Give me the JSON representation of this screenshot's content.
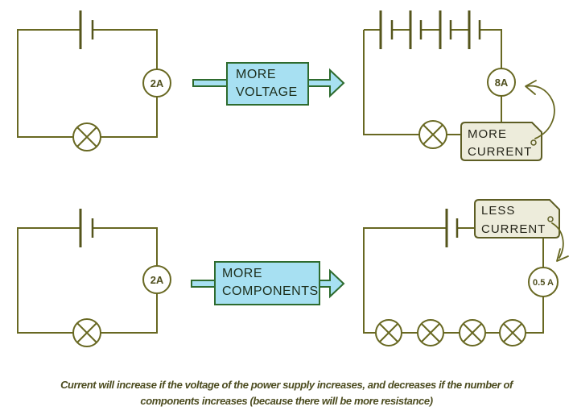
{
  "diagram": {
    "rows": [
      {
        "name": "more-voltage-row",
        "before_meter": "2A",
        "before_cells": 1,
        "before_lamps": 1,
        "arrow_label": [
          "MORE",
          "VOLTAGE"
        ],
        "after_meter": "8A",
        "after_cells": 4,
        "after_lamps": 1,
        "tag_label": [
          "MORE",
          "CURRENT"
        ]
      },
      {
        "name": "more-components-row",
        "before_meter": "2A",
        "before_cells": 1,
        "before_lamps": 1,
        "arrow_label": [
          "MORE",
          "COMPONENTS"
        ],
        "after_meter": "0.5 A",
        "after_cells": 1,
        "after_lamps": 4,
        "tag_label": [
          "LESS",
          "CURRENT"
        ]
      }
    ],
    "caption": [
      "Current will increase if the voltage of the power supply increases, and decreases if the number of",
      "components increases (because there will be more resistance)"
    ],
    "colors": {
      "wire": "#686822",
      "arrow_fill": "#a7e0f2",
      "arrow_border": "#2e6b2e",
      "tag_fill": "#edecdb",
      "tag_border": "#5d5d24",
      "meter_text": "#4f4f1d",
      "caption_text": "#4c4c20",
      "background": "#ffffff"
    }
  }
}
